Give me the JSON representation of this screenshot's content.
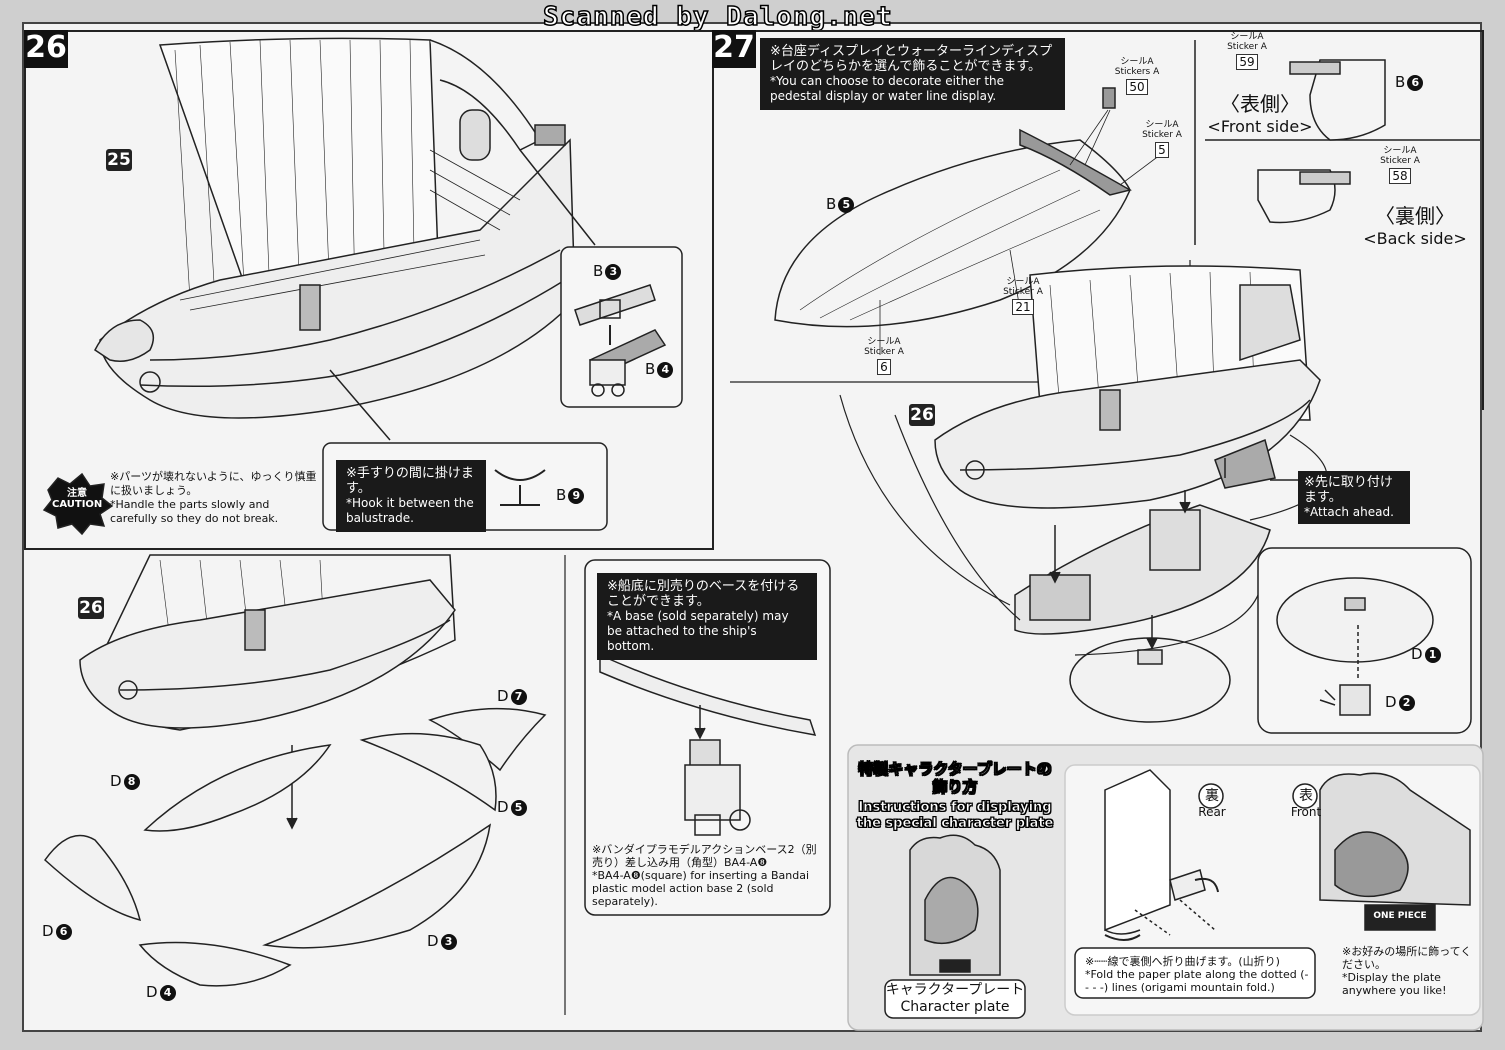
{
  "watermark": "Scanned by Dalong.net",
  "step26": {
    "number": "26",
    "ref_step": "25",
    "parts": {
      "b3": "B",
      "b4": "B",
      "b9": "B",
      "b3_n": "3",
      "b4_n": "4",
      "b9_n": "9"
    },
    "caution_badge": "注意",
    "caution_label": "CAUTION",
    "caution_jp": "※パーツが壊れないように、ゆっくり慎重に扱いましょう。",
    "caution_en": "*Handle the parts slowly and carefully so they do not break.",
    "hook_jp": "※手すりの間に掛けます。",
    "hook_en": "*Hook it between the balustrade."
  },
  "step26_waves": {
    "ref_step": "26",
    "parts": [
      {
        "letter": "D",
        "n": "7"
      },
      {
        "letter": "D",
        "n": "8"
      },
      {
        "letter": "D",
        "n": "5"
      },
      {
        "letter": "D",
        "n": "6"
      },
      {
        "letter": "D",
        "n": "3"
      },
      {
        "letter": "D",
        "n": "4"
      }
    ]
  },
  "base_note": {
    "jp": "※船底に別売りのベースを付けることができます。",
    "en": "*A base (sold separately) may be attached to the ship's bottom.",
    "action_base_jp": "※バンダイプラモデルアクションベース2（別売り）差し込み用（角型）BA4-A❽",
    "action_base_en": "*BA4-A❽(square) for inserting a Bandai plastic model action base 2 (sold separately)."
  },
  "step27": {
    "number": "27",
    "display_jp": "※台座ディスプレイとウォーターラインディスプレイのどちらかを選んで飾ることができます。",
    "display_en": "*You can choose to decorate either the pedestal display or water line display.",
    "sticker_word": "シールA",
    "sticker_en": "Sticker A",
    "stickers_en": "Stickers A",
    "sticker_nums": {
      "s50": "50",
      "s5": "5",
      "s21": "21",
      "s6": "6",
      "s59": "59",
      "s58": "58"
    },
    "hull_part": "B",
    "hull_n": "5",
    "plate_part": "B",
    "plate_n": "6",
    "front_jp": "〈表側〉",
    "front_en": "<Front side>",
    "back_jp": "〈裏側〉",
    "back_en": "<Back side>",
    "ref_step": "26",
    "ahead_jp": "※先に取り付けます。",
    "ahead_en": "*Attach ahead.",
    "d1": "D",
    "d1_n": "1",
    "d2": "D",
    "d2_n": "2"
  },
  "char_plate": {
    "title_jp": "特製キャラクタープレートの飾り方",
    "title_en": "Instructions for displaying the special character plate",
    "plate_jp": "キャラクタープレート",
    "plate_en": "Character plate",
    "rear_jp": "裏",
    "rear_en": "Rear",
    "front_jp": "表",
    "front_en": "Front",
    "fold_jp": "※┄┄線で裏側へ折り曲げます。(山折り)",
    "fold_en": "*Fold the paper plate along the dotted (- - - -) lines (origami mountain fold.)",
    "display_jp": "※お好みの場所に飾ってください。",
    "display_en": "*Display the plate anywhere you like!",
    "logo": "ONE PIECE"
  }
}
